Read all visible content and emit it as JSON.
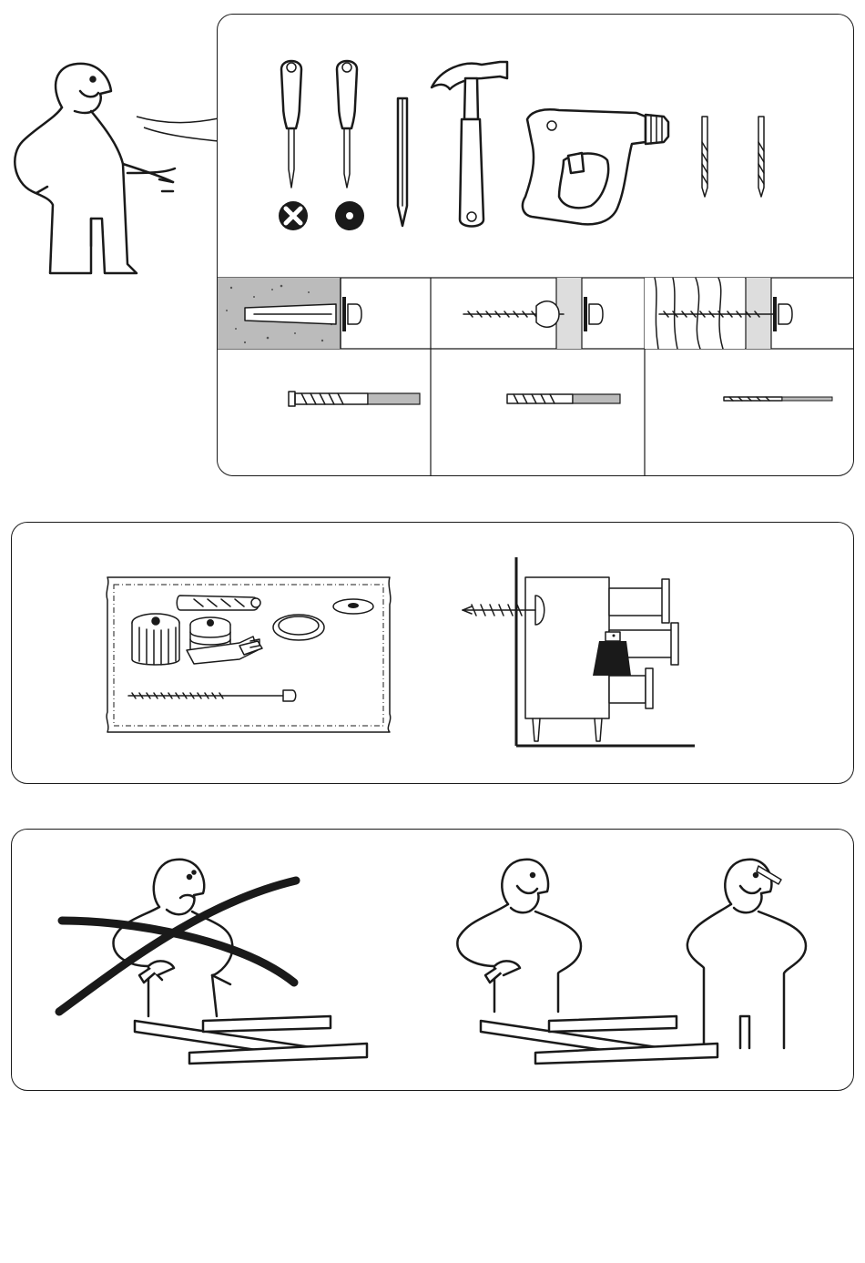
{
  "page": {
    "background": "#ffffff",
    "ink": "#1a1a1a",
    "wall_gray": "#aaaaaa"
  },
  "tools": [
    "screwdriver-cross-icon",
    "screwdriver-flat-icon",
    "pencil-icon",
    "hammer-icon",
    "drill-icon",
    "drill-bit-icon",
    "drill-bit-icon"
  ],
  "wall_types": [
    "concrete-wall",
    "hollow-wall",
    "wood-wall"
  ],
  "hardware_items": [
    "cam-lock",
    "wall-plug",
    "bracket",
    "cap",
    "washer",
    "long-screw"
  ],
  "guidance": {
    "wrong": "one-person-assembly",
    "right": "two-person-assembly"
  }
}
